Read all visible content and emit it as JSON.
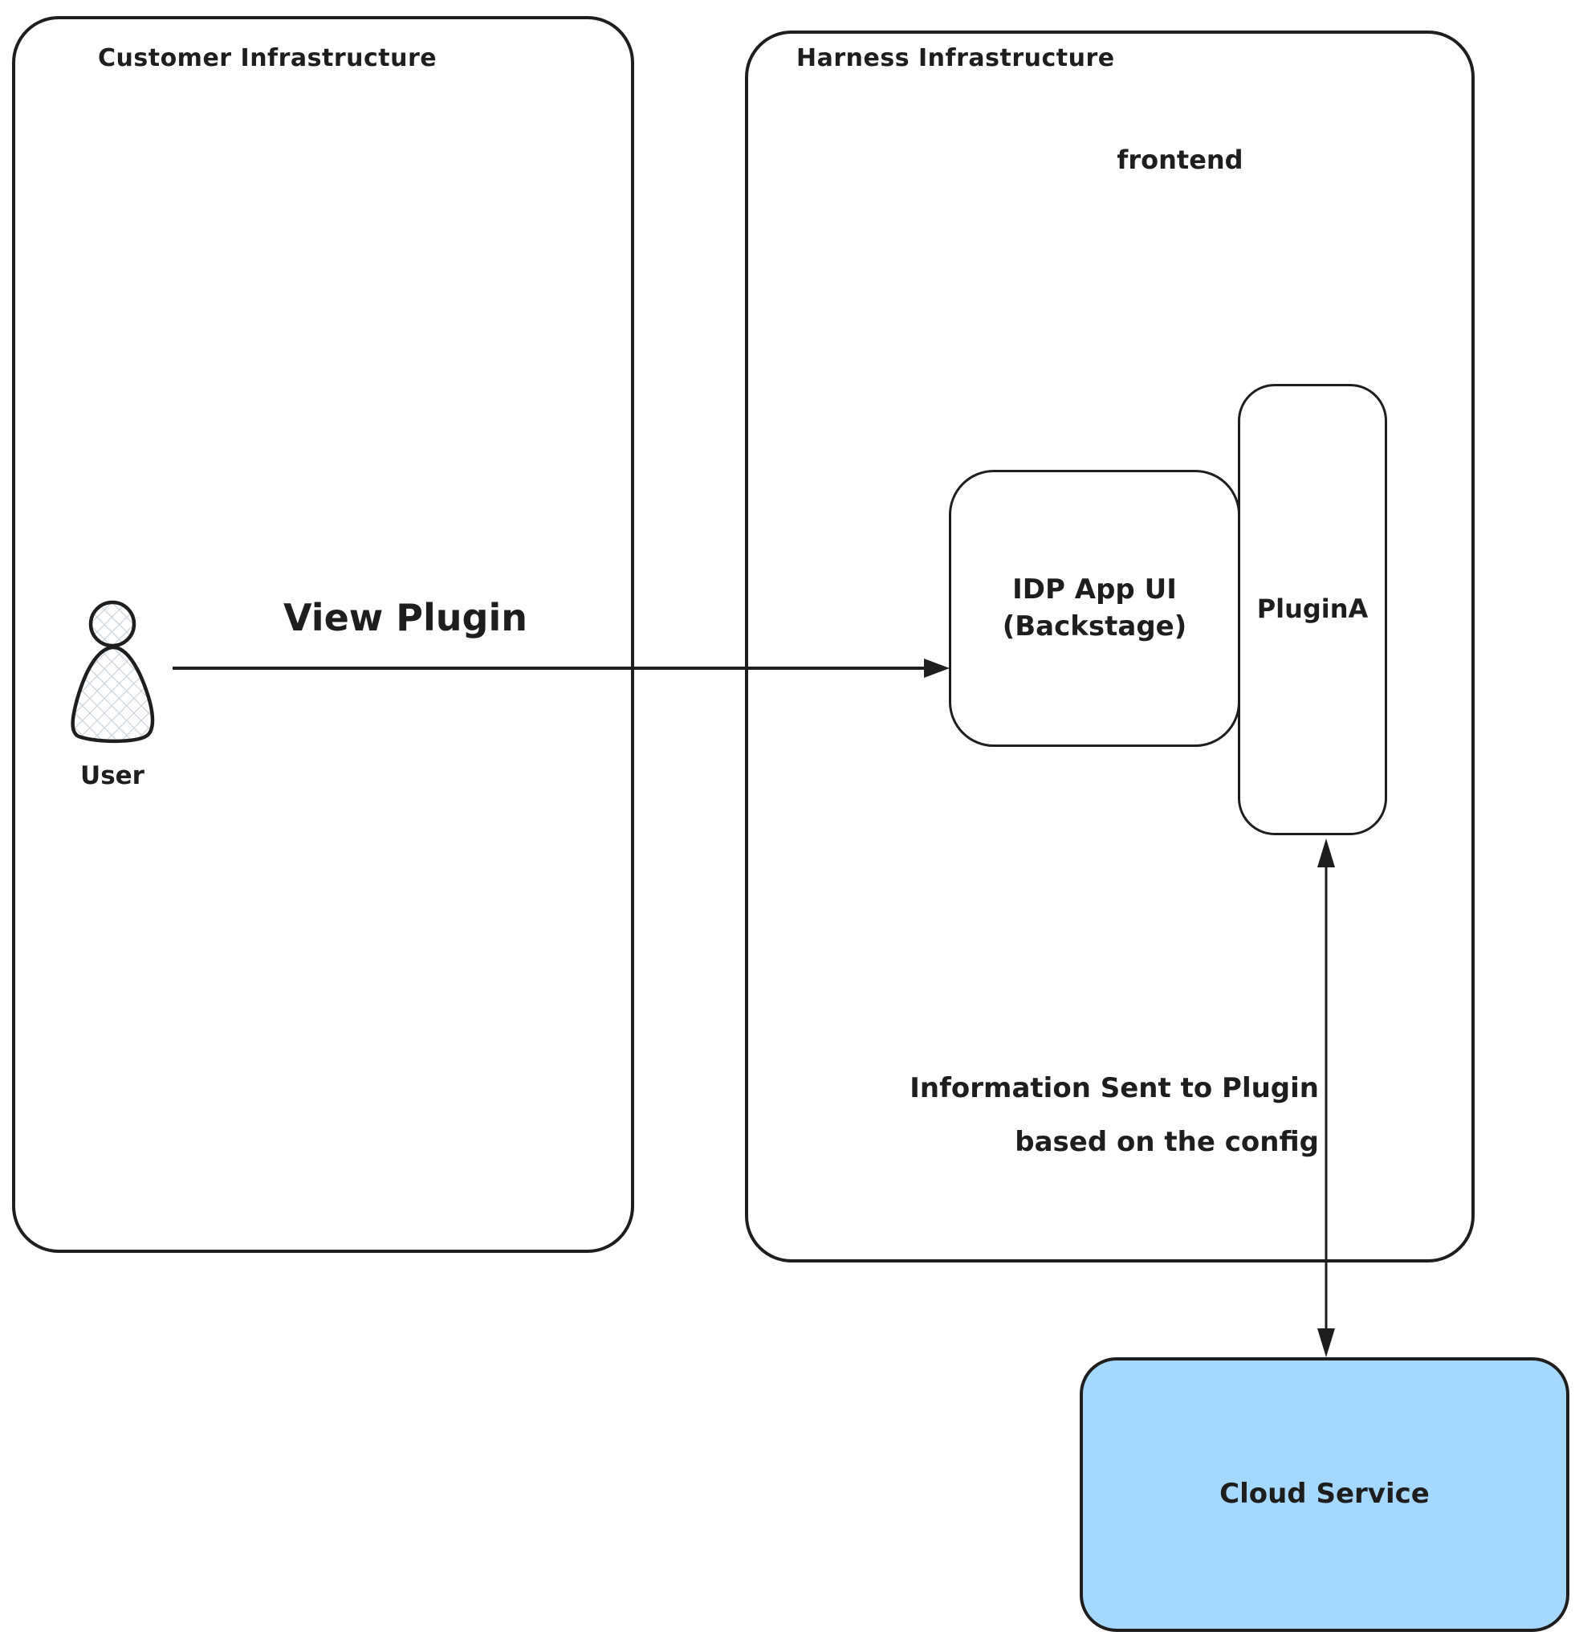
{
  "diagram": {
    "customer": {
      "title": "Customer Infrastructure"
    },
    "harness": {
      "title": "Harness Infrastructure",
      "frontend_label": "frontend"
    },
    "user": {
      "label": "User"
    },
    "view_plugin_arrow": {
      "label": "View Plugin"
    },
    "idp_box": {
      "line1": "IDP App UI",
      "line2": "(Backstage)"
    },
    "plugin_box": {
      "label": "PluginA"
    },
    "info_arrow": {
      "line1": "Information Sent to Plugin",
      "line2": "based on the config"
    },
    "cloud_box": {
      "label": "Cloud Service"
    },
    "colors": {
      "stroke": "#1e1e1e",
      "cloud_fill": "#a5d8ff",
      "hatch": "#ccd4db"
    }
  }
}
